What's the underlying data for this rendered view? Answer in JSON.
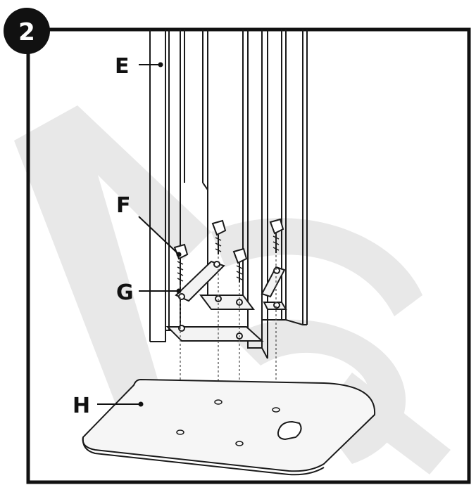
{
  "step": {
    "number": "2"
  },
  "labels": {
    "e": "E",
    "f": "F",
    "g": "G",
    "h": "H"
  },
  "colors": {
    "frame": "#111111",
    "line": "#1a1a1a",
    "watermark": "#e6e6e6",
    "panel": "#f6f6f6",
    "background": "#ffffff"
  },
  "icons": {
    "watermark": "watermark-logo-icon"
  }
}
